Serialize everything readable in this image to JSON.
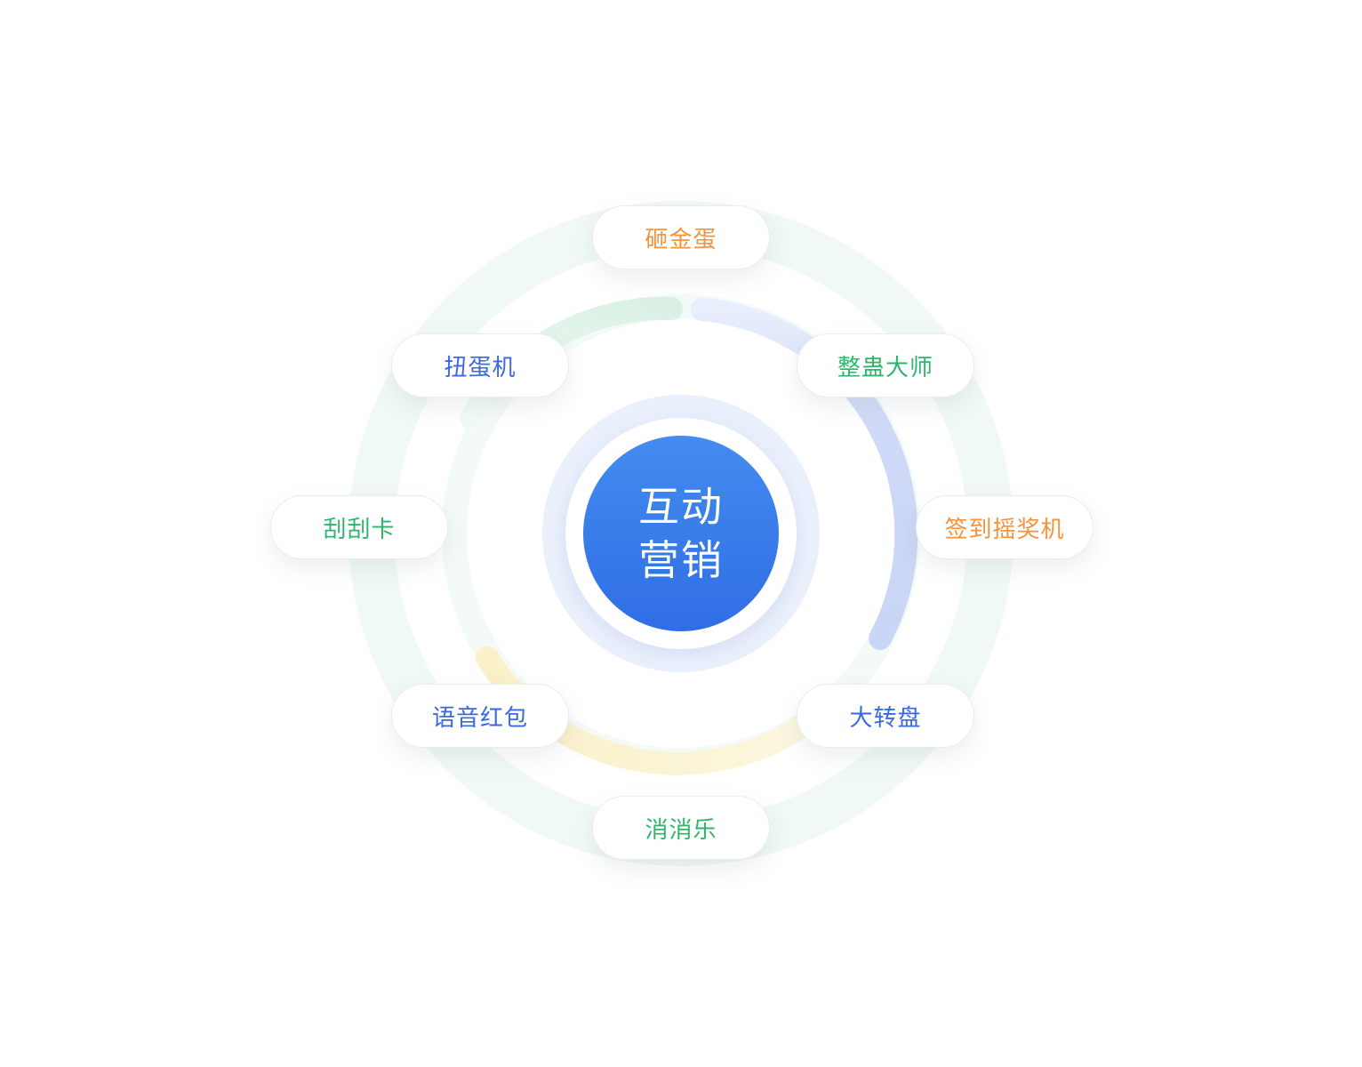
{
  "center": {
    "label": "互动\n营销"
  },
  "colors": {
    "orange": "#f5923a",
    "blue": "#3a68e0",
    "green": "#2fb56b"
  },
  "nodes": [
    {
      "label": "砸金蛋",
      "color": "#f5923a"
    },
    {
      "label": "整蛊大师",
      "color": "#2fb56b"
    },
    {
      "label": "签到摇奖机",
      "color": "#f5923a"
    },
    {
      "label": "大转盘",
      "color": "#3a68e0"
    },
    {
      "label": "消消乐",
      "color": "#2fb56b"
    },
    {
      "label": "语音红包",
      "color": "#3a68e0"
    },
    {
      "label": "刮刮卡",
      "color": "#2fb56b"
    },
    {
      "label": "扭蛋机",
      "color": "#3a68e0"
    }
  ]
}
